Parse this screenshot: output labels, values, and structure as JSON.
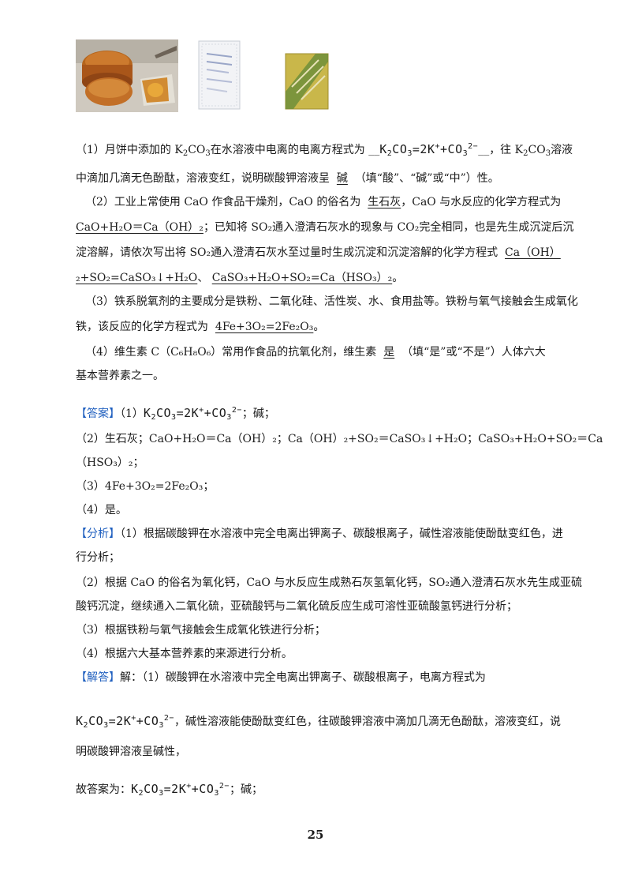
{
  "q1": {
    "line1_prefix": "（1）月饼中添加的 K",
    "line1_mid": "CO",
    "line1_after": "在水溶液中电离的电离方程式为",
    "blank_start": "__",
    "eq_k": "K",
    "eq_2": "2",
    "eq_co": "CO",
    "eq_3": "3",
    "eq_eq": "=2K",
    "eq_plus": "+",
    "eq_plus2": "+CO",
    "eq_charge": "2−",
    "line1_tail_a": "__，往 K",
    "line1_tail_b": "CO",
    "line1_tail_c": "溶液",
    "line2_a": "中滴加几滴无色酚酞，溶液变红，说明碳酸钾溶液呈",
    "line2_ans": "碱",
    "line2_b": "（填“酸”、“碱”或“中”）性。"
  },
  "q2": {
    "l1_a": "（2）工业上常使用 CaO 作食品干燥剂，CaO 的俗名为",
    "l1_ans": "生石灰",
    "l1_b": "，CaO 与水反应的化学方程式为",
    "l2_ans": "CaO+H₂O＝Ca（OH）₂",
    "l2_b": "；已知将 SO₂通入澄清石灰水的现象与 CO₂完全相同，也是先生成沉淀后沉",
    "l3_a": "淀溶解，请依次写出将 SO₂通入澄清石灰水至过量时生成沉淀和沉淀溶解的化学方程式",
    "l3_ans": "Ca（OH）",
    "l4_ans1": "₂+SO₂=CaSO₃↓+H₂O",
    "l4_sep": "、",
    "l4_ans2": "CaSO₃+H₂O+SO₂=Ca（HSO₃）₂",
    "l4_end": "。"
  },
  "q3": {
    "l1": "（3）铁系脱氧剂的主要成分是铁粉、二氧化硅、活性炭、水、食用盐等。铁粉与氧气接触会生成氧化",
    "l2_a": "铁，该反应的化学方程式为",
    "l2_ans": "4Fe+3O₂=2Fe₂O₃",
    "l2_end": "。"
  },
  "q4": {
    "l1_a": "（4）维生素 C（C₆H₈O₆）常用作食品的抗氧化剂，维生素",
    "l1_ans": "是",
    "l1_b": "（填“是”或“不是”）人体六大",
    "l2": "基本营养素之一。"
  },
  "answer": {
    "tag": "【答案】",
    "l1_a": "（1）",
    "l1_b": "；碱；",
    "l2": "（2）生石灰；CaO+H₂O＝Ca（OH）₂；Ca（OH）₂+SO₂＝CaSO₃↓+H₂O；CaSO₃+H₂O+SO₂＝Ca",
    "l3": "（HSO₃）₂；",
    "l4": "（3）4Fe+3O₂=2Fe₂O₃；",
    "l5": "（4）是。"
  },
  "analysis": {
    "tag": "【分析】",
    "l1": "（1）根据碳酸钾在水溶液中完全电离出钾离子、碳酸根离子，碱性溶液能使酚酞变红色，进",
    "l2": "行分析；",
    "l3": "（2）根据 CaO 的俗名为氧化钙，CaO 与水反应生成熟石灰氢氧化钙，SO₂通入澄清石灰水先生成亚硫",
    "l4": "酸钙沉淀，继续通入二氧化硫，亚硫酸钙与二氧化硫反应生成可溶性亚硫酸氢钙进行分析；",
    "l5": "（3）根据铁粉与氧气接触会生成氧化铁进行分析；",
    "l6": "（4）根据六大基本营养素的来源进行分析。"
  },
  "solution": {
    "tag": "【解答】",
    "l1": "解：（1）碳酸钾在水溶液中完全电离出钾离子、碳酸根离子，电离方程式为",
    "l2_b": "，碱性溶液能使酚酞变红色，往碳酸钾溶液中滴加几滴无色酚酞，溶液变红，说",
    "l3": "明碳酸钾溶液呈碱性，",
    "l4_a": "故答案为：",
    "l4_b": "；碱；"
  },
  "page_number": "25"
}
